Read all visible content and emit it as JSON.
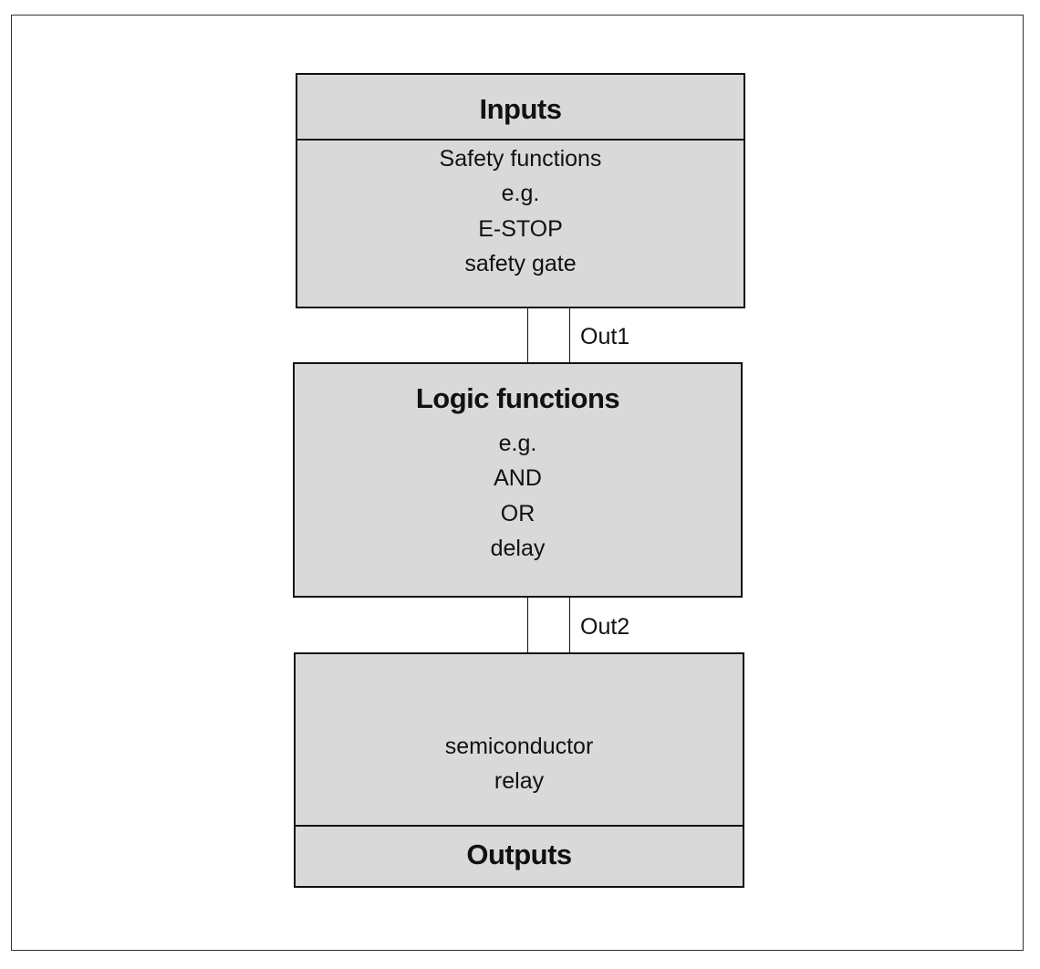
{
  "inputs_block": {
    "title": "Inputs",
    "lines": [
      "Safety functions",
      "e.g.",
      "E-STOP",
      "safety gate"
    ]
  },
  "logic_block": {
    "title": "Logic functions",
    "lines": [
      "e.g.",
      "AND",
      "OR",
      "delay"
    ]
  },
  "outputs_block": {
    "lines": [
      "semiconductor",
      "relay"
    ],
    "title": "Outputs"
  },
  "connectors": {
    "out1_label": "Out1",
    "out2_label": "Out2"
  }
}
